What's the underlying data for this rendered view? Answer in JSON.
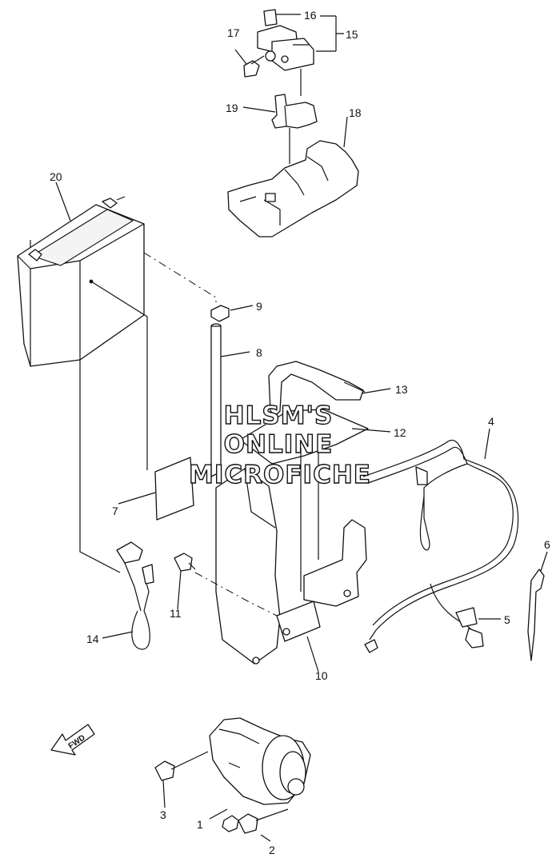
{
  "watermark": {
    "lines": [
      "HLSM'S",
      "ONLINE",
      "MICROFICHE"
    ]
  },
  "direction_arrow": {
    "label": "FWD"
  },
  "callouts": [
    {
      "id": "c1",
      "number": "1"
    },
    {
      "id": "c2",
      "number": "2"
    },
    {
      "id": "c3",
      "number": "3"
    },
    {
      "id": "c4",
      "number": "4"
    },
    {
      "id": "c5",
      "number": "5"
    },
    {
      "id": "c6",
      "number": "6"
    },
    {
      "id": "c7",
      "number": "7"
    },
    {
      "id": "c8",
      "number": "8"
    },
    {
      "id": "c9",
      "number": "9"
    },
    {
      "id": "c10",
      "number": "10"
    },
    {
      "id": "c11",
      "number": "11"
    },
    {
      "id": "c12",
      "number": "12"
    },
    {
      "id": "c13",
      "number": "13"
    },
    {
      "id": "c14",
      "number": "14"
    },
    {
      "id": "c15",
      "number": "15"
    },
    {
      "id": "c16",
      "number": "16"
    },
    {
      "id": "c17",
      "number": "17"
    },
    {
      "id": "c18",
      "number": "18"
    },
    {
      "id": "c19",
      "number": "19"
    },
    {
      "id": "c20",
      "number": "20"
    }
  ]
}
